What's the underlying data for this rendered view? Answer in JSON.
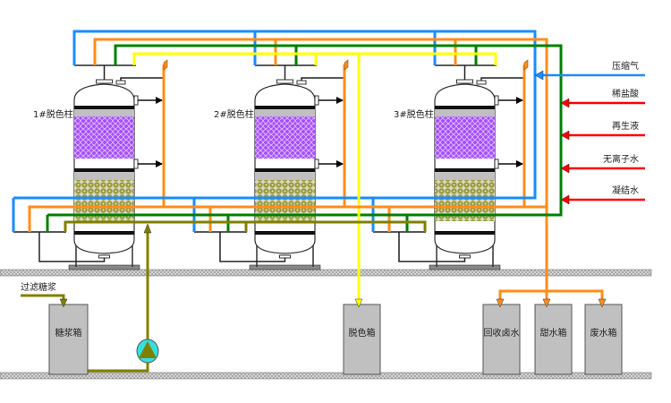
{
  "columns": [
    {
      "label": "1#脱色柱"
    },
    {
      "label": "2#脱色柱"
    },
    {
      "label": "3#脱色柱"
    }
  ],
  "inlets": [
    {
      "label": "压缩气",
      "color": "#1a8cff"
    },
    {
      "label": "稀盐酸",
      "color": "#ff0000"
    },
    {
      "label": "再生液",
      "color": "#ff0000"
    },
    {
      "label": "无离子水",
      "color": "#ff0000"
    },
    {
      "label": "凝结水",
      "color": "#ff0000"
    }
  ],
  "feed": {
    "label": "过滤糖浆"
  },
  "tanks": [
    {
      "label": "糖浆箱"
    },
    {
      "label": "脱色箱"
    },
    {
      "label": "回收卤水"
    },
    {
      "label": "甜水箱"
    },
    {
      "label": "废水箱"
    }
  ],
  "colors": {
    "compressed_air": "#1a8cff",
    "sweet_water": "#ff8c1a",
    "condensate": "#008000",
    "decolorized": "#ffff00",
    "syrup": "#808000",
    "regen": "#ff0000",
    "resin_upper": "#a64dff",
    "resin_lower": "#9a9a3a",
    "pump": "#33e0e0",
    "tank": "#c0c0c0"
  },
  "icons": {
    "pump": "pump-icon",
    "valve": "valve-icon",
    "arrow": "flow-arrow-icon"
  }
}
